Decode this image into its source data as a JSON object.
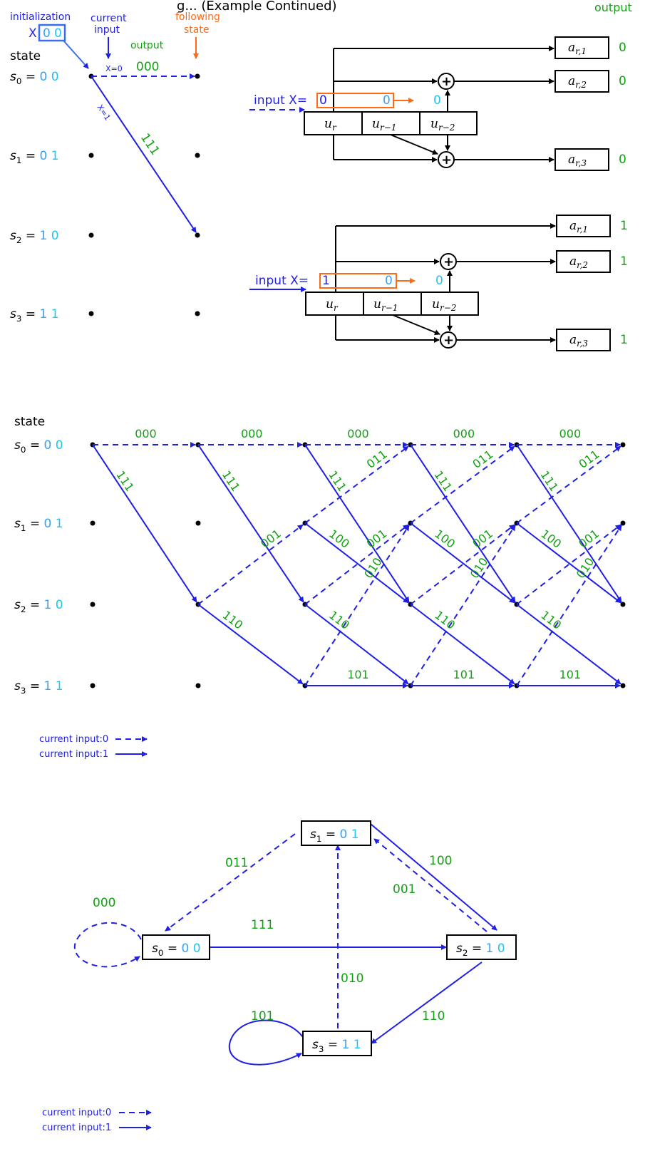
{
  "header": {
    "title_partial": "g... (Example Continued)",
    "output": "output",
    "initialization": "initialization",
    "current_input": "current\ninput",
    "current": "current",
    "input": "input",
    "output_mid": "output",
    "following": "following",
    "state": "state",
    "x_prefix": "X",
    "init_bits": [
      "0",
      "0"
    ]
  },
  "top_trellis": {
    "state_label": "state",
    "states": [
      {
        "sym": "s",
        "sub": "0",
        "b1": "0",
        "b2": "0"
      },
      {
        "sym": "s",
        "sub": "1",
        "b1": "0",
        "b2": "1"
      },
      {
        "sym": "s",
        "sub": "2",
        "b1": "1",
        "b2": "0"
      },
      {
        "sym": "s",
        "sub": "3",
        "b1": "1",
        "b2": "1"
      }
    ],
    "x0": "X=0",
    "x1": "X=1",
    "out0": "000",
    "out1": "111"
  },
  "encoder": {
    "input_label_0": "input  X=",
    "input_label_1": "input  X=",
    "in0": "0",
    "in1": "1",
    "shift0": "0",
    "shift1": "0",
    "fb0": "0",
    "fb1": "0",
    "regs": [
      "u_r",
      "u_{r-1}",
      "u_{r-2}"
    ],
    "outs": [
      "a_{r,1}",
      "a_{r,2}",
      "a_{r,3}"
    ],
    "outvals_0": [
      "0",
      "0",
      "0"
    ],
    "outvals_1": [
      "1",
      "1",
      "1"
    ]
  },
  "trellis": {
    "state_label": "state",
    "labels": {
      "l000": "000",
      "l111": "111",
      "l011": "011",
      "l100": "100",
      "l001": "001",
      "l010": "010",
      "l110": "110",
      "l101": "101"
    }
  },
  "legend1": {
    "in0": "current input:0",
    "in1": "current input:1"
  },
  "state_diagram": {
    "nodes": [
      {
        "sym": "s",
        "sub": "0",
        "b1": "0",
        "b2": "0"
      },
      {
        "sym": "s",
        "sub": "1",
        "b1": "0",
        "b2": "1"
      },
      {
        "sym": "s",
        "sub": "2",
        "b1": "1",
        "b2": "0"
      },
      {
        "sym": "s",
        "sub": "3",
        "b1": "1",
        "b2": "1"
      }
    ],
    "edges": {
      "e000": "000",
      "e011": "011",
      "e100": "100",
      "e001": "001",
      "e111": "111",
      "e010": "010",
      "e110": "110",
      "e101": "101"
    }
  },
  "legend2": {
    "in0": "current input:0",
    "in1": "current input:1"
  },
  "colors": {
    "blue": "#1f1fe6",
    "cyan": "#21c6f2",
    "green": "#13a113",
    "orange": "#ff6a13"
  }
}
